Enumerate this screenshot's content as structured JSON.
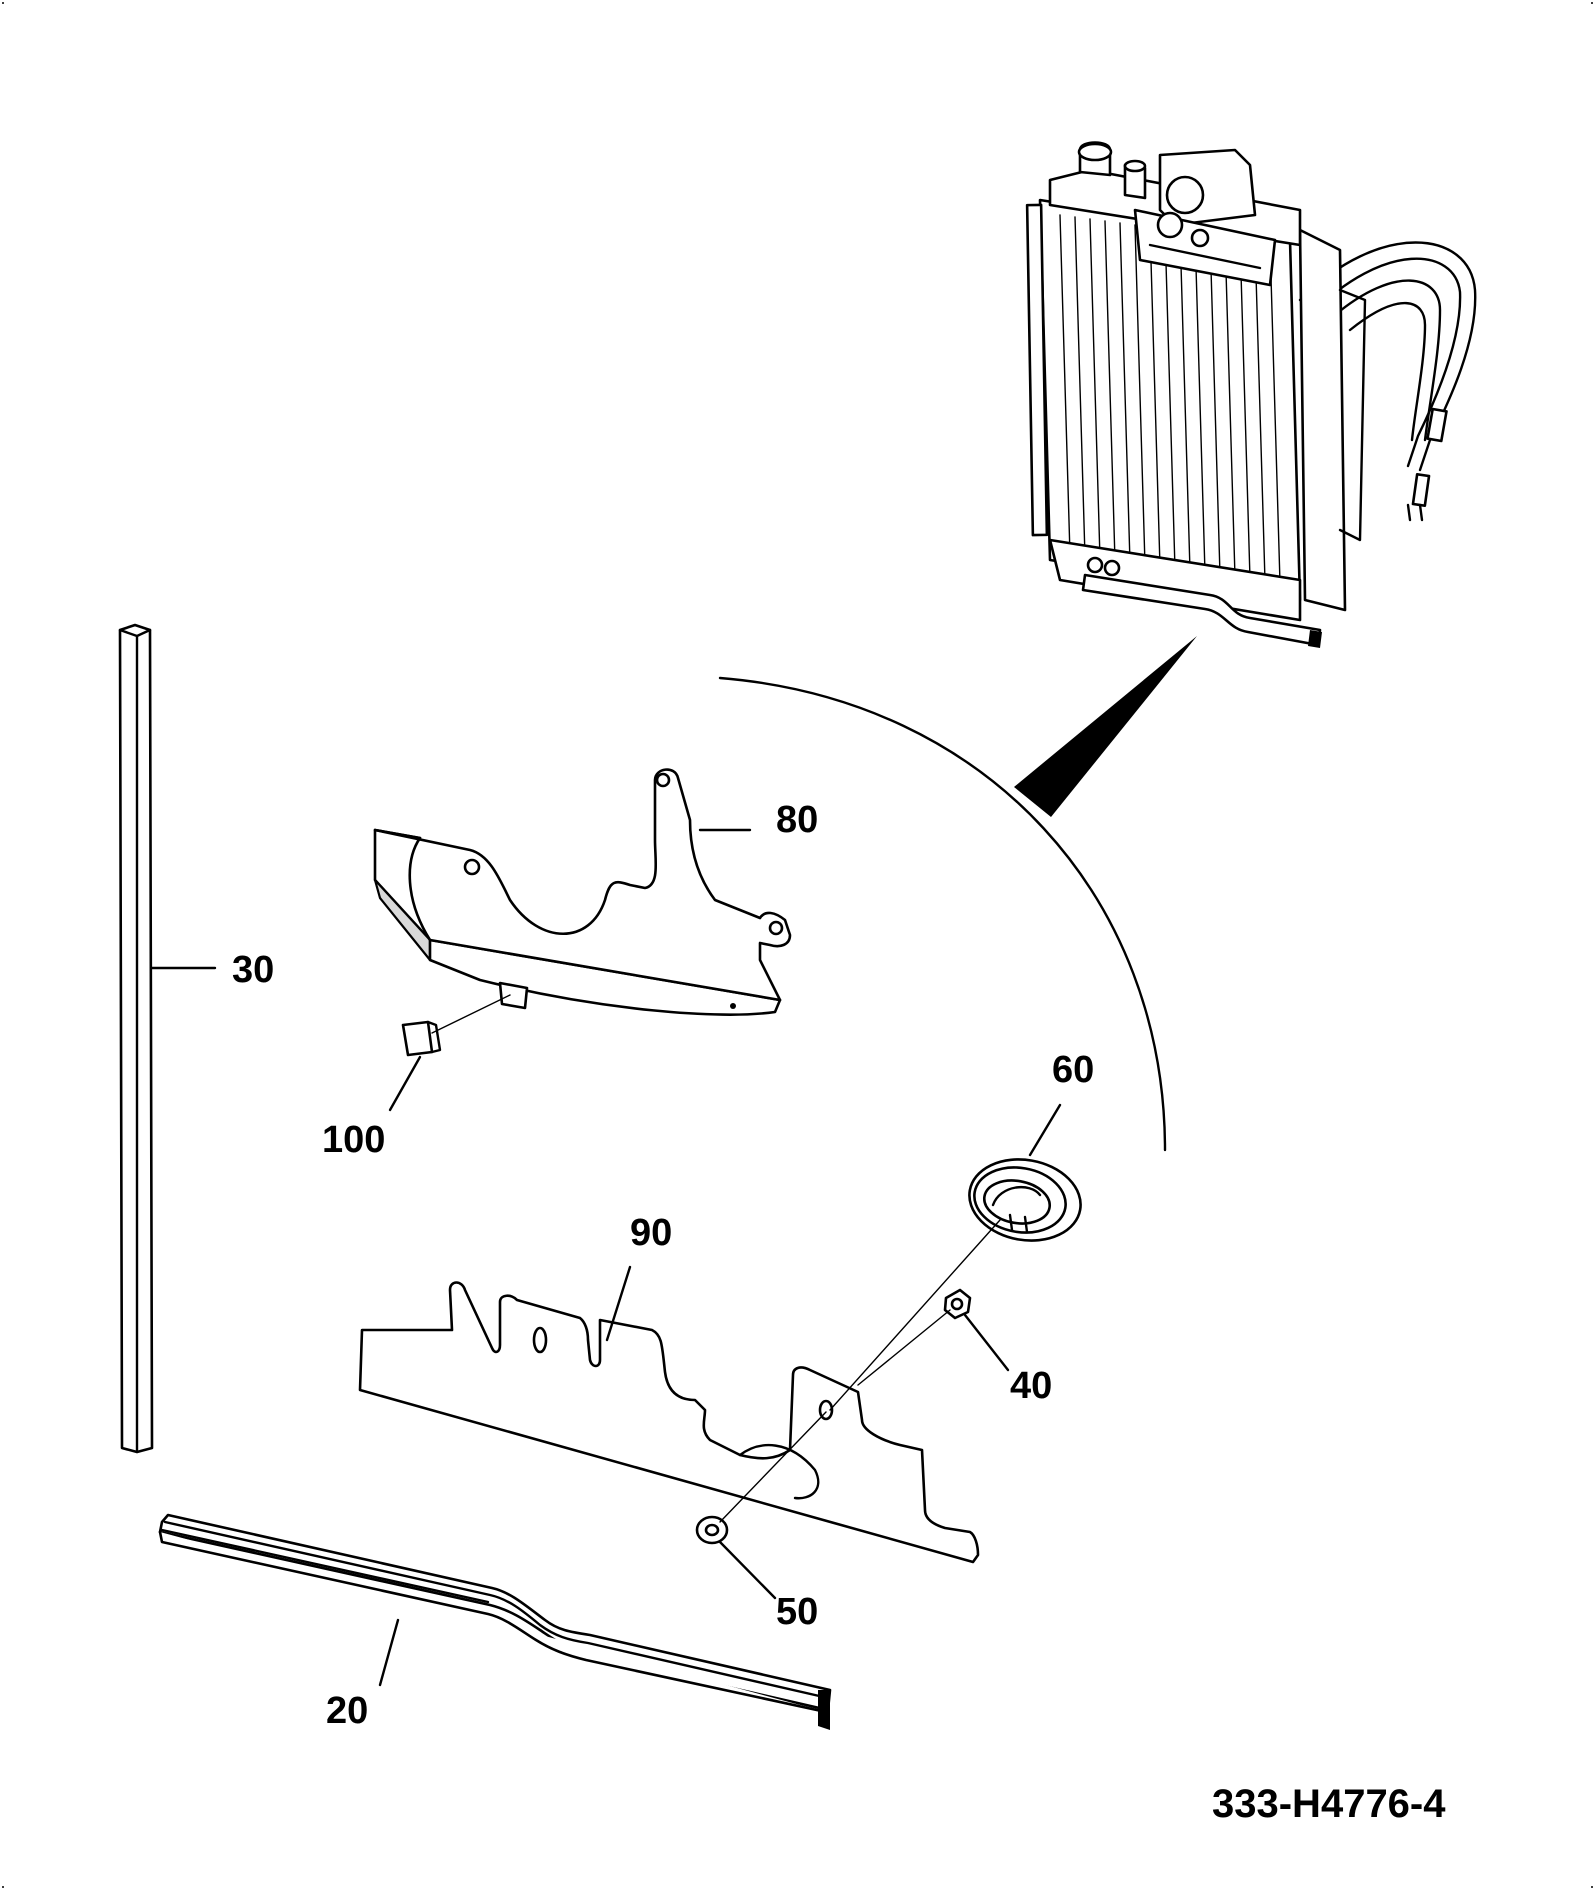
{
  "drawing_number": "333-H4776-4",
  "callouts": {
    "c20": "20",
    "c30": "30",
    "c40": "40",
    "c50": "50",
    "c60": "60",
    "c80": "80",
    "c90": "90",
    "c100": "100"
  },
  "colors": {
    "line": "#000000",
    "background": "#ffffff",
    "shade": "#d9d9d9"
  }
}
